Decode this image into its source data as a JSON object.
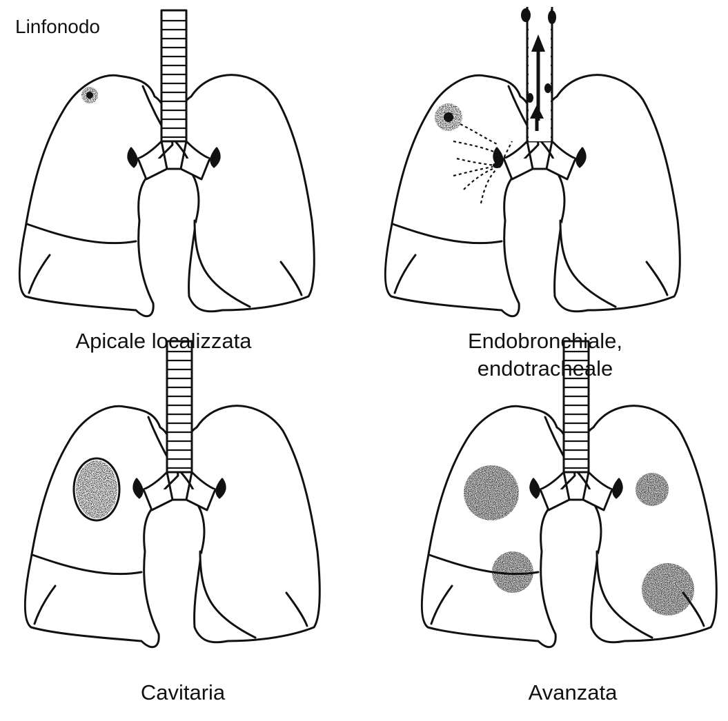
{
  "figure": {
    "lymph_node_label": "Linfonodo",
    "panels": [
      {
        "caption_lines": [
          "Apicale localizzata"
        ]
      },
      {
        "caption_lines": [
          "Endobronchiale,",
          "endotracheale"
        ]
      },
      {
        "caption_lines": [
          "Cavitaria"
        ]
      },
      {
        "caption_lines": [
          "Avanzata"
        ]
      }
    ]
  },
  "colors": {
    "ink": "#111111",
    "background": "#ffffff"
  }
}
